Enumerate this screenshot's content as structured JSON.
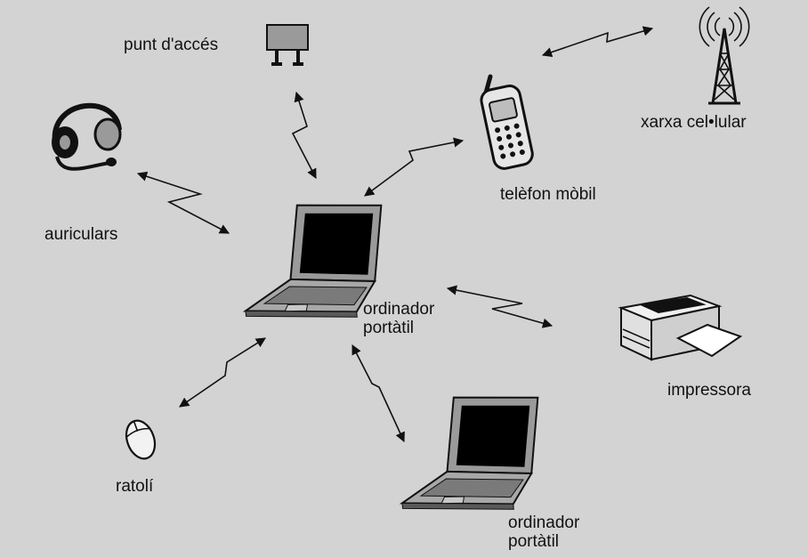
{
  "labels": {
    "access_point": "punt d'accés",
    "cell_network": "xarxa cel•lular",
    "mobile_phone": "telèfon mòbil",
    "headphones": "auriculars",
    "laptop_main_line1": "ordinador",
    "laptop_main_line2": "portàtil",
    "printer": "impressora",
    "mouse": "ratolí",
    "laptop_second_line1": "ordinador",
    "laptop_second_line2": "portàtil"
  },
  "colors": {
    "background": "#d3d3d3",
    "ink": "#111111",
    "screen": "#000000",
    "laptop_body": "#9a9a9a",
    "device_light": "#e6e6e6"
  },
  "icons": [
    "access-point-icon",
    "cell-tower-icon",
    "mobile-phone-icon",
    "headset-icon",
    "laptop-icon",
    "printer-icon",
    "mouse-icon"
  ]
}
